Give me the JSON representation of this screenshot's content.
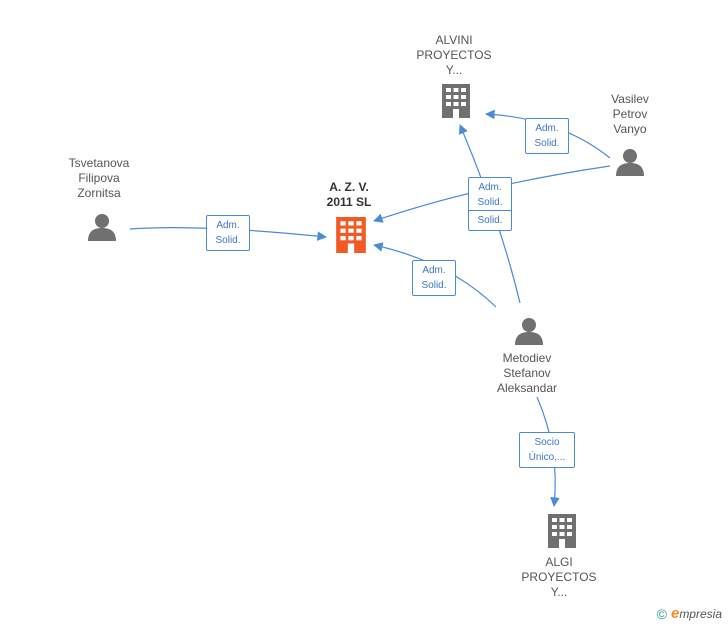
{
  "nodes": {
    "main_company": {
      "name": "A. Z. V.\n2011 SL",
      "color": "#f15a24"
    },
    "alvini": {
      "name": "ALVINI\nPROYECTOS\nY..."
    },
    "algi": {
      "name": "ALGI\nPROYECTOS\nY..."
    },
    "tsvetanova": {
      "name": "Tsvetanova\nFilipova\nZornitsa"
    },
    "vasilev": {
      "name": "Vasilev\nPetrov\nVanyo"
    },
    "metodiev": {
      "name": "Metodiev\nStefanov\nAleksandar"
    }
  },
  "edges": {
    "tsvetanova_main": "Adm.\nSolid.",
    "vasilev_alvini": "Adm.\nSolid.",
    "vasilev_main": "Adm.\nSolid.",
    "metodiev_alvini": "Solid.",
    "metodiev_main": "Adm.\nSolid.",
    "metodiev_algi": "Socio\nÚnico,..."
  },
  "colors": {
    "edge": "#4a8bd6",
    "building": "#707070",
    "person": "#707070"
  },
  "footer": {
    "copyright": "©",
    "brand_initial": "e",
    "brand_rest": "mpresia"
  }
}
